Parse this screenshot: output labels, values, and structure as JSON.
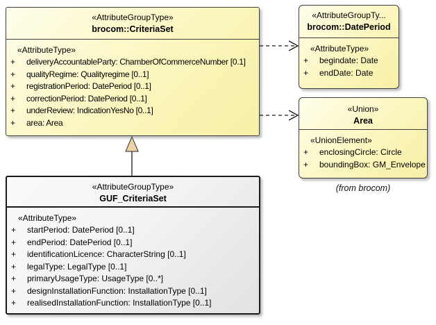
{
  "colors": {
    "background": "#FFFFFF",
    "class_fill": "#FBF6BE",
    "class_border": "#3F3F3F",
    "guf_fill": "#F0F0F0",
    "guf_border": "#1A1A1A",
    "connector": "#1A1A1A",
    "generalization_triangle_fill": "#EFD3A5"
  },
  "boxes": {
    "criteria_set": {
      "stereotype": "«AttributeGroupType»",
      "name": "brocom::CriteriaSet",
      "compartment_label": "«AttributeType»",
      "attributes": [
        {
          "vis": "+",
          "text": "deliveryAccountableParty: ChamberOfCommerceNumber [0.1]"
        },
        {
          "vis": "+",
          "text": "qualityRegime: Qualityregime [0..1]"
        },
        {
          "vis": "+",
          "text": "registrationPeriod: DatePeriod [0..1]"
        },
        {
          "vis": "+",
          "text": "correctionPeriod: DatePeriod [0..1]"
        },
        {
          "vis": "+",
          "text": "underReview: IndicationYesNo [0..1]"
        },
        {
          "vis": "+",
          "text": "area: Area"
        }
      ]
    },
    "date_period": {
      "stereotype": "«AttributeGroupTy...",
      "name": "brocom::DatePeriod",
      "compartment_label": "«AttributeType»",
      "attributes": [
        {
          "vis": "+",
          "text": "begindate: Date"
        },
        {
          "vis": "+",
          "text": "endDate: Date"
        }
      ]
    },
    "area": {
      "stereotype": "«Union»",
      "name": "Area",
      "compartment_label": "«UnionElement»",
      "attributes": [
        {
          "vis": "+",
          "text": "enclosingCircle: Circle"
        },
        {
          "vis": "+",
          "text": "boundingBox: GM_Envelope"
        }
      ],
      "note": "(from brocom)"
    },
    "guf_criteria_set": {
      "stereotype": "«AttributeGroupType»",
      "name": "GUF_CriteriaSet",
      "compartment_label": "«AttributeType»",
      "attributes": [
        {
          "vis": "+",
          "text": "startPeriod: DatePeriod [0..1]"
        },
        {
          "vis": "+",
          "text": "endPeriod: DatePeriod [0..1]"
        },
        {
          "vis": "+",
          "text": "identificationLicence: CharacterString [0..1]"
        },
        {
          "vis": "+",
          "text": "legalType: LegalType [0..1]"
        },
        {
          "vis": "+",
          "text": "primaryUsageType: UsageType [0..*]"
        },
        {
          "vis": "+",
          "text": "designInstallationFunction: InstallationType [0..1]"
        },
        {
          "vis": "+",
          "text": "realisedInstallationFunction: InstallationType [0..1]"
        }
      ]
    }
  },
  "connectors": {
    "dependency_to_dateperiod": {
      "type": "dependency",
      "from": "brocom::CriteriaSet",
      "to": "brocom::DatePeriod",
      "line": "dashed",
      "arrowhead": "open"
    },
    "dependency_to_area": {
      "type": "dependency",
      "from": "brocom::CriteriaSet",
      "to": "Area",
      "line": "dashed",
      "arrowhead": "open"
    },
    "generalization_to_criteriaset": {
      "type": "generalization",
      "from": "GUF_CriteriaSet",
      "to": "brocom::CriteriaSet",
      "line": "solid",
      "arrowhead": "closed-triangle"
    }
  }
}
